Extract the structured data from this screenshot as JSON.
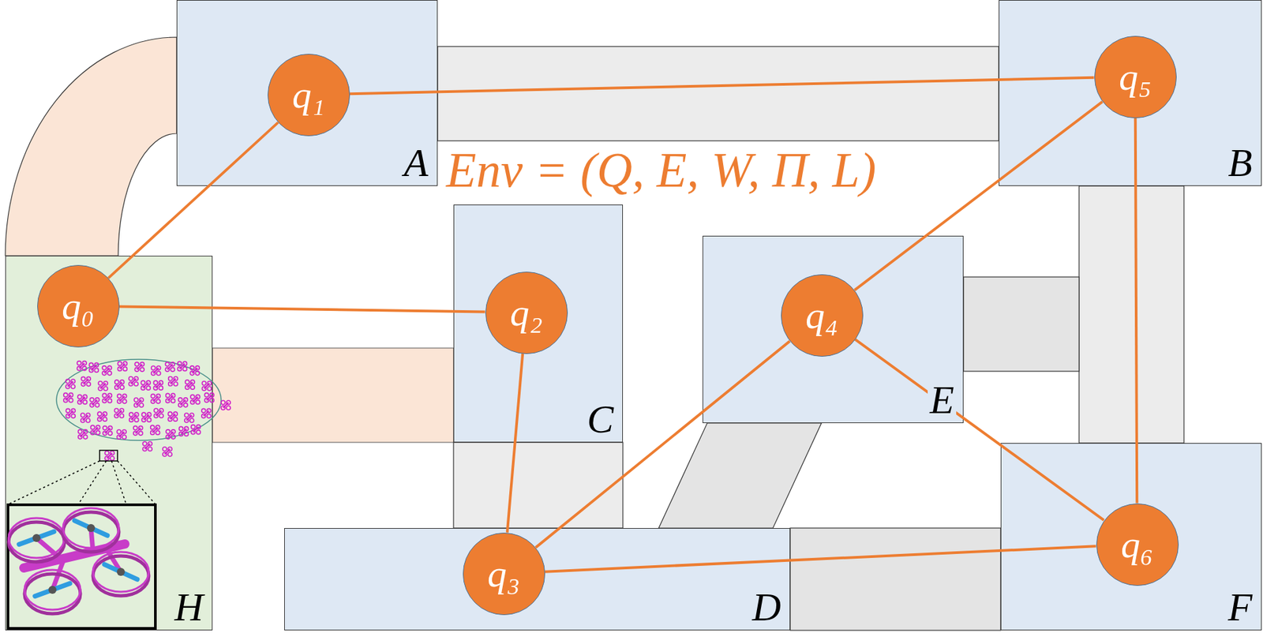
{
  "diagram": {
    "nodes": [
      {
        "text": [
          "A"
        ]
      },
      {
        "text": [
          "q₁"
        ],
        "in": 0
      },
      {
        "text": [
          "B"
        ]
      },
      {
        "text": [
          "q₅"
        ],
        "in": 2
      },
      {
        "text": [
          "H"
        ]
      },
      {
        "text": [
          "q₀"
        ],
        "in": 4
      },
      {
        "text": [
          "C"
        ]
      },
      {
        "text": [
          "q₂"
        ],
        "in": 6
      },
      {
        "text": [
          "E"
        ]
      },
      {
        "text": [
          "q₄"
        ],
        "in": 8
      },
      {
        "text": [
          "D"
        ]
      },
      {
        "text": [
          "q₃"
        ],
        "in": 10
      },
      {
        "text": [
          "F"
        ]
      },
      {
        "text": [
          "q₆"
        ],
        "in": 12
      }
    ],
    "edges": [
      {
        "from": 5,
        "to": 1,
        "arrow": "none"
      },
      {
        "from": 1,
        "to": 3,
        "arrow": "none"
      },
      {
        "from": 5,
        "to": 7,
        "arrow": "none"
      },
      {
        "from": 7,
        "to": 11,
        "arrow": "none"
      },
      {
        "from": 11,
        "to": 9,
        "arrow": "none"
      },
      {
        "from": 9,
        "to": 3,
        "arrow": "none"
      },
      {
        "from": 3,
        "to": 13,
        "arrow": "none"
      },
      {
        "from": 9,
        "to": 13,
        "arrow": "none"
      },
      {
        "from": 11,
        "to": 13,
        "arrow": "none"
      }
    ],
    "labels": [
      "Env = (Q, E, W, Π, L)"
    ]
  }
}
